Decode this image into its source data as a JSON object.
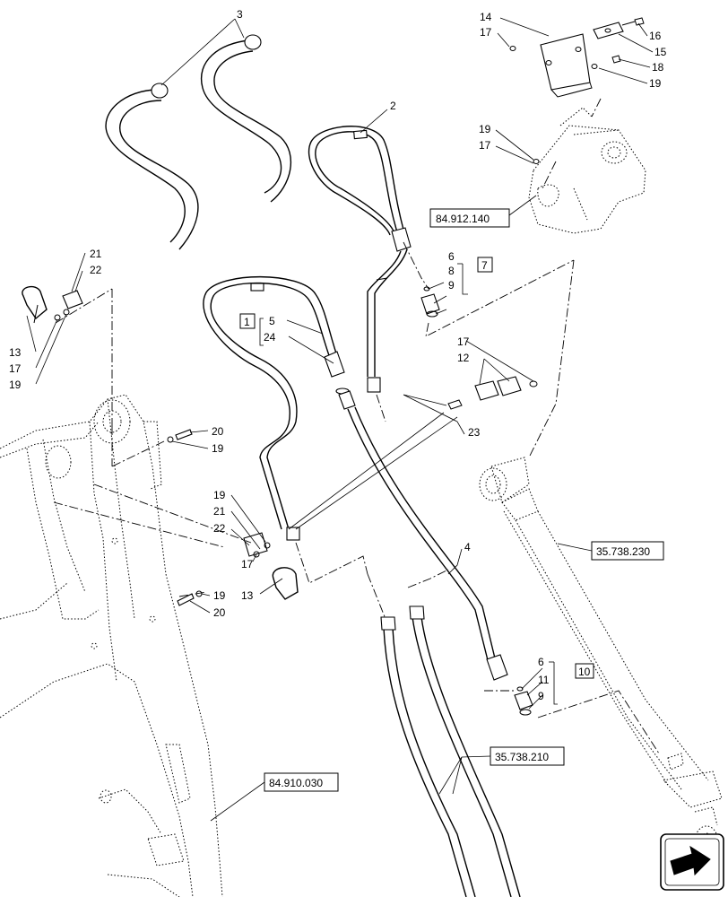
{
  "callouts": {
    "c3": "3",
    "c2": "2",
    "c14": "14",
    "c17a": "17",
    "c16": "16",
    "c15": "15",
    "c18": "18",
    "c19a": "19",
    "c19b": "19",
    "c17b": "17",
    "c6a": "6",
    "c8": "8",
    "c9a": "9",
    "c7": "7",
    "c21a": "21",
    "c22a": "22",
    "c13a": "13",
    "c17c": "17",
    "c19c": "19",
    "c1": "1",
    "c5": "5",
    "c24": "24",
    "c17d": "17",
    "c12": "12",
    "c23": "23",
    "c20a": "20",
    "c19d": "19",
    "c19e": "19",
    "c21b": "21",
    "c22b": "22",
    "c17e": "17",
    "c13b": "13",
    "c19f": "19",
    "c20b": "20",
    "c4": "4",
    "c6b": "6",
    "c11": "11",
    "c9b": "9",
    "c10": "10"
  },
  "references": {
    "ref_84_912_140": "84.912.140",
    "ref_35_738_230": "35.738.230",
    "ref_35_738_210": "35.738.210",
    "ref_84_910_030": "84.910.030"
  },
  "icons": {
    "nav": "next-page-arrow-icon"
  }
}
